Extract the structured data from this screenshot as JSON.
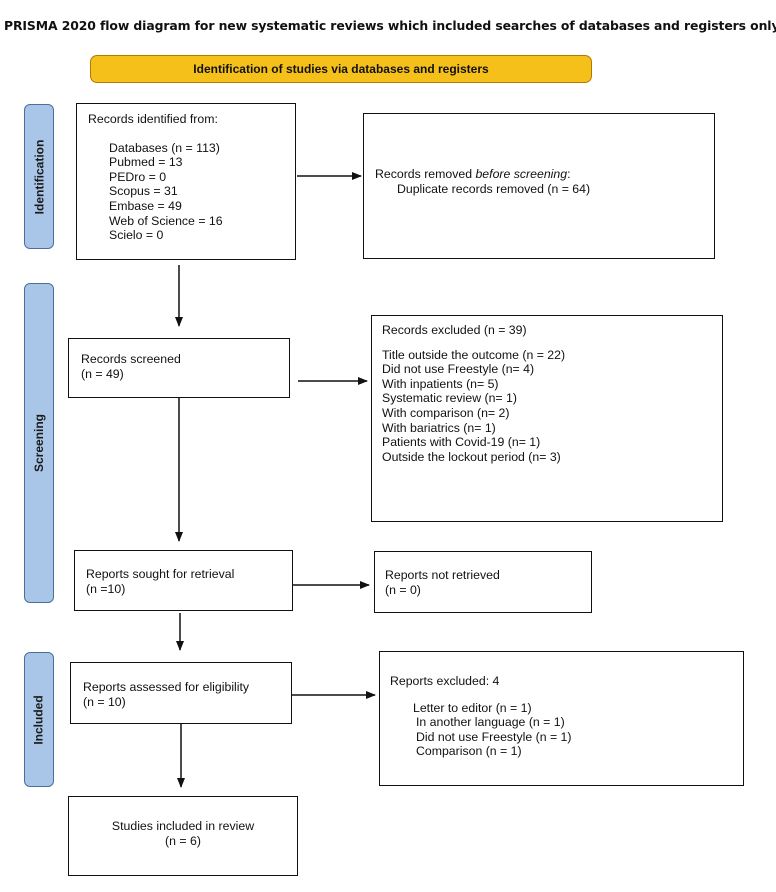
{
  "title": "PRISMA 2020 flow diagram for new systematic reviews which included searches of databases and registers only",
  "banner": {
    "label": "Identification of studies via databases and registers"
  },
  "phases": {
    "identification": "Identification",
    "screening": "Screening",
    "included": "Included"
  },
  "colors": {
    "banner_fill": "#f5c01a",
    "phase_fill": "#a9c6e8",
    "box_border": "#111111",
    "arrow": "#111111"
  },
  "boxes": {
    "records_identified": {
      "heading": "Records identified from:",
      "items": [
        "Databases (n = 113)",
        "Pubmed = 13",
        "PEDro = 0",
        "Scopus = 31",
        "Embase = 49",
        "Web of Science = 16",
        "Scielo = 0"
      ]
    },
    "records_removed": {
      "heading_prefix": "Records removed ",
      "heading_emphasis": "before screening",
      "heading_suffix": ":",
      "item": "Duplicate records removed (n = 64)"
    },
    "records_screened": {
      "line1": "Records screened",
      "line2": "(n = 49)"
    },
    "records_excluded": {
      "heading": "Records excluded (n = 39)",
      "items": [
        "Title outside the outcome (n = 22)",
        "Did not use Freestyle (n= 4)",
        "With inpatients (n= 5)",
        "Systematic review (n= 1)",
        "With comparison (n= 2)",
        "With bariatrics (n= 1)",
        "Patients with Covid-19 (n= 1)",
        "Outside the lockout period (n= 3)"
      ]
    },
    "reports_sought": {
      "line1": "Reports sought for retrieval",
      "line2": "(n =10)"
    },
    "reports_not_retrieved": {
      "line1": "Reports not retrieved",
      "line2": "(n = 0)"
    },
    "reports_assessed": {
      "line1": "Reports assessed for eligibility",
      "line2": "(n = 10)"
    },
    "reports_excluded": {
      "heading": "Reports excluded: 4",
      "items": [
        "Letter to editor (n = 1)",
        "In another language (n = 1)",
        "Did not use Freestyle (n = 1)",
        "Comparison (n = 1)"
      ]
    },
    "studies_included": {
      "line1": "Studies included in review",
      "line2": "(n = 6)"
    }
  }
}
